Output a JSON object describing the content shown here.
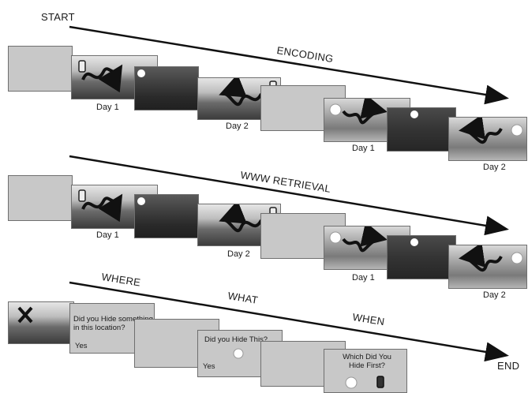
{
  "labels": {
    "start": "START",
    "end": "END",
    "encoding": "ENCODING",
    "www_retrieval": "WWW RETRIEVAL",
    "where": "WHERE",
    "what": "WHAT",
    "when": "WHEN"
  },
  "days": {
    "day1": "Day 1",
    "day2": "Day 2"
  },
  "questions": {
    "where_q": "Did you Hide something in this location?",
    "what_q": "Did you Hide This?",
    "when_q": "Which Did You Hide First?",
    "yes": "Yes"
  },
  "icons": {
    "hide_marker": "x-icon",
    "object_a": "white-ball-icon",
    "object_b": "tube-object-icon",
    "path": "curved-arrow-icon"
  }
}
